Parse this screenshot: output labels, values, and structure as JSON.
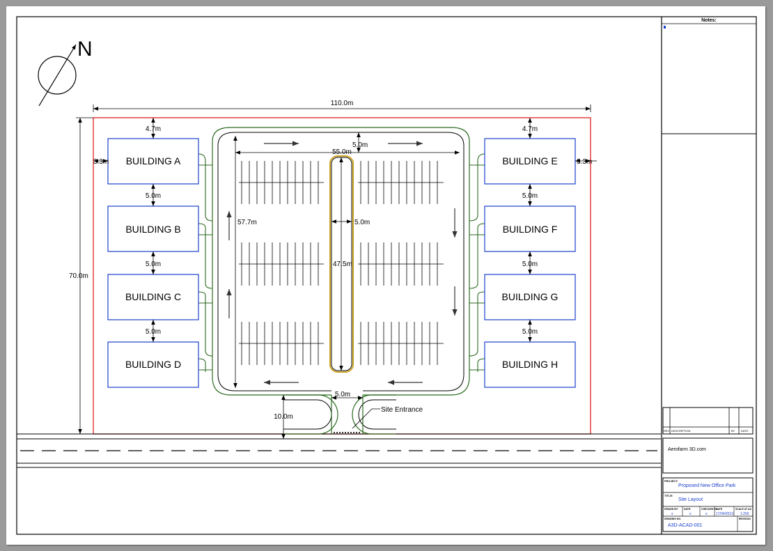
{
  "compass": {
    "label": "N"
  },
  "dimensions": {
    "site_width": "110.0m",
    "site_height": "70.0m",
    "top_setback_left": "4.7m",
    "top_setback_right": "4.7m",
    "side_setback_left": "3.3m",
    "side_setback_right": "3.3m",
    "gap_ab": "5.0m",
    "gap_bc": "5.0m",
    "gap_cd": "5.0m",
    "gap_ef": "5.0m",
    "gap_fg": "5.0m",
    "gap_gh": "5.0m",
    "road_width": "5.0m",
    "lot_width": "55.0m",
    "lot_height": "57.7m",
    "island_width": "5.0m",
    "island_height": "47.5m",
    "entrance_gap": "5.0m",
    "entrance_depth": "10.0m"
  },
  "buildings": {
    "a": "BUILDING A",
    "b": "BUILDING B",
    "c": "BUILDING C",
    "d": "BUILDING D",
    "e": "BUILDING E",
    "f": "BUILDING F",
    "g": "BUILDING G",
    "h": "BUILDING H"
  },
  "site_entrance": "Site Entrance",
  "title_block": {
    "notes_header": "Notes:",
    "revision_headers": {
      "rev": "REV",
      "description": "DESCRIPTION",
      "by": "BY",
      "date": "DATE"
    },
    "company": "Aerofarm 3D.com",
    "project_label": "PROJECT:",
    "project_value": "Proposed New Office Park",
    "title_label": "TITLE:",
    "title_value": "Site Layout",
    "drawn_label": "DRAWN BY:",
    "drawn_value": "s",
    "date_label": "DATE:",
    "date_value": "s",
    "checked_label": "CHECKED BY:",
    "checked_value": "s",
    "date2_label": "DATE",
    "date2_value": "17/04/2013",
    "scale_label": "SCALE AT A3:",
    "scale_value": "1:250",
    "drawing_no_label": "DRAWING NO.",
    "drawing_no_value": "A3D-ACAD-001",
    "revision_label": "REVISION"
  },
  "colors": {
    "site_boundary": "#e02020",
    "building_outline": "#1a3fcc",
    "road_edge": "#2b6a1e",
    "title_text": "#1a3fcc"
  }
}
